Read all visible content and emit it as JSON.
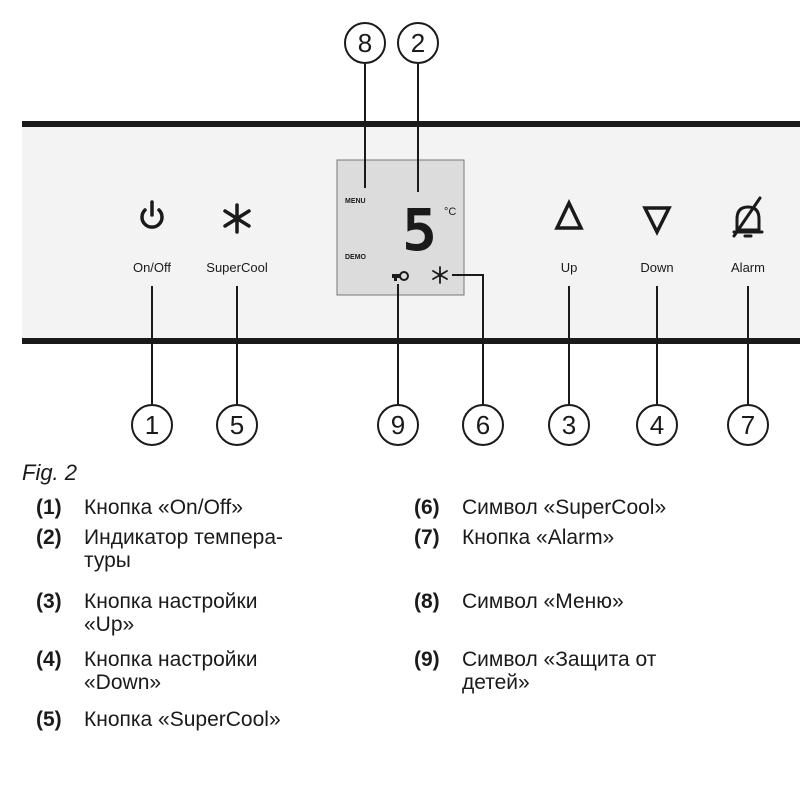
{
  "panel": {
    "buttons": [
      {
        "id": "onoff",
        "label": "On/Off"
      },
      {
        "id": "supercool",
        "label": "SuperCool"
      },
      {
        "id": "up",
        "label": "Up"
      },
      {
        "id": "down",
        "label": "Down"
      },
      {
        "id": "alarm",
        "label": "Alarm"
      }
    ],
    "display": {
      "menu": "MENU",
      "demo": "DEMO",
      "temperature": "5",
      "unit": "°C"
    }
  },
  "callouts": {
    "top": [
      "8",
      "2"
    ],
    "bottom": [
      "1",
      "5",
      "9",
      "6",
      "3",
      "4",
      "7"
    ]
  },
  "caption": "Fig. 2",
  "legend": {
    "left": [
      {
        "num": "(1)",
        "text": "Кнопка «On/Off»"
      },
      {
        "num": "(2)",
        "text": "Индикатор темпера-\nтуры"
      },
      {
        "num": "(3)",
        "text": "Кнопка настройки\n«Up»"
      },
      {
        "num": "(4)",
        "text": "Кнопка настройки\n«Down»"
      },
      {
        "num": "(5)",
        "text": "Кнопка «SuperCool»"
      }
    ],
    "right": [
      {
        "num": "(6)",
        "text": "Символ «SuperCool»"
      },
      {
        "num": "(7)",
        "text": "Кнопка «Alarm»"
      },
      {
        "num": "(8)",
        "text": "Символ «Меню»"
      },
      {
        "num": "(9)",
        "text": "Символ «Защита от\nдетей»"
      }
    ]
  },
  "icons": [
    "power-icon",
    "snowflake-icon",
    "triangle-up-icon",
    "triangle-down-icon",
    "bell-off-icon",
    "key-icon"
  ]
}
